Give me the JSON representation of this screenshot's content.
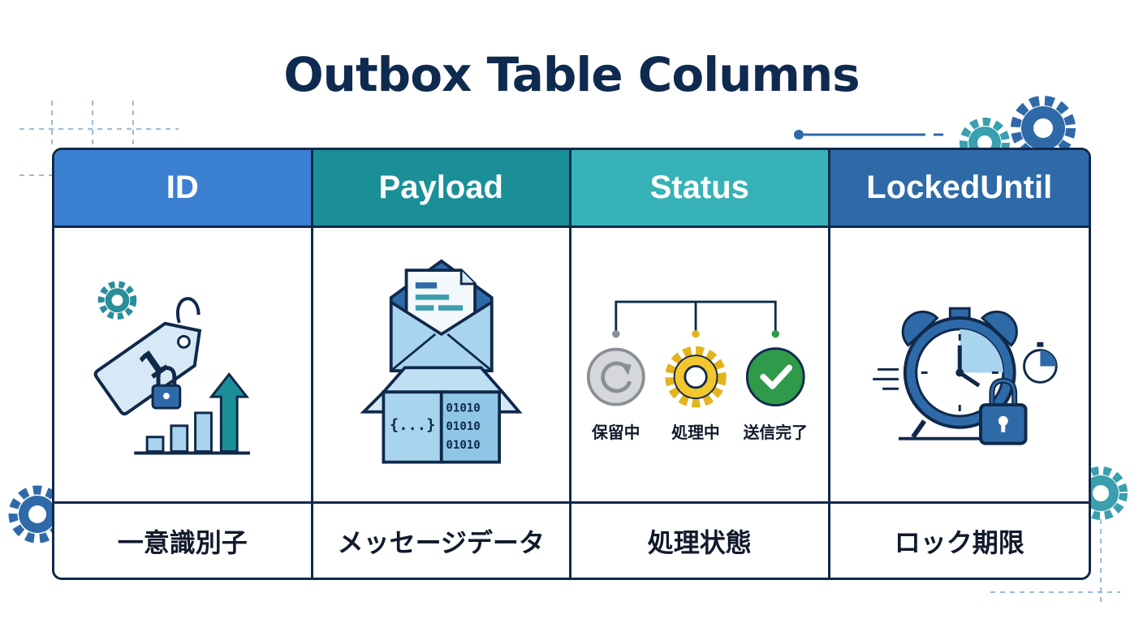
{
  "title": "Outbox Table Columns",
  "colors": {
    "id_header": "#3b7fd0",
    "payload_header": "#1b8f98",
    "status_header": "#37b2b6",
    "lockeduntil_header": "#2f6aa8",
    "border": "#10294a"
  },
  "columns": [
    {
      "header": "ID",
      "description": "一意識別子",
      "icon": "id-tag-lock-growth-icon"
    },
    {
      "header": "Payload",
      "description": "メッセージデータ",
      "icon": "envelope-data-box-icon"
    },
    {
      "header": "Status",
      "description": "処理状態",
      "icon": "status-flow-icon",
      "states": [
        "保留中",
        "処理中",
        "送信完了"
      ]
    },
    {
      "header": "LockedUntil",
      "description": "ロック期限",
      "icon": "alarm-clock-lock-icon"
    }
  ],
  "id_icon": {
    "tag_number": "1"
  },
  "payload_icon": {
    "code_text": "{...}",
    "binary_rows": [
      "01010",
      "01010",
      "01010"
    ]
  }
}
